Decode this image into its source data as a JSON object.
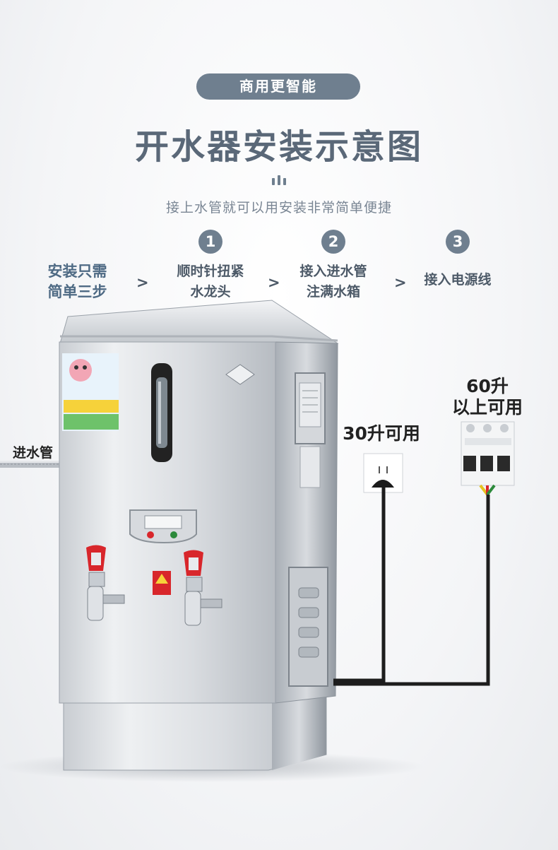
{
  "header": {
    "badge": "商用更智能",
    "title": "开水器安装示意图",
    "subtitle": "接上水管就可以用安装非常简单便捷"
  },
  "steps": {
    "lead_line1": "安装只需",
    "lead_line2": "简单三步",
    "arrow": ">",
    "items": [
      {
        "number": "1",
        "line1": "顺时针扭紧",
        "line2": "水龙头"
      },
      {
        "number": "2",
        "line1": "接入进水管",
        "line2": "注满水箱"
      },
      {
        "number": "3",
        "line1": "接入电源线",
        "line2": ""
      }
    ]
  },
  "diagram": {
    "inlet_label": "进水管",
    "socket_label": "30升可用",
    "breaker_label_line1": "60升",
    "breaker_label_line2": "以上可用"
  },
  "colors": {
    "accent": "#6f7f8f",
    "title": "#5a6878",
    "steel_light": "#e6e8eb",
    "steel_dark": "#9aa1a9",
    "tap_red": "#d8262b"
  }
}
